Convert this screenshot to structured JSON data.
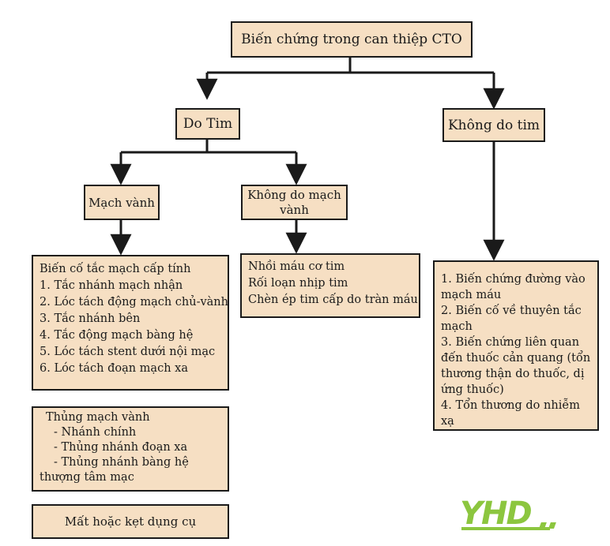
{
  "root": "Biến chứng trong can thiệp CTO",
  "do_tim": "Do Tim",
  "khong_do_tim": "Không do tim",
  "mach_vanh": "Mạch vành",
  "khong_do_mach_vanh": "Không do mạch vành",
  "bien_co_list": [
    "Biến cố tắc mạch cấp tính",
    "1. Tắc nhánh mạch nhận",
    "2. Lóc tách động mạch chủ-vành",
    "3. Tắc nhánh bên",
    "4. Tắc động mạch bàng hệ",
    "5. Lóc tách stent dưới nội mạc",
    "6. Lóc tách đoạn mạch xa"
  ],
  "thung_list": [
    "Thủng mạch vành",
    "- Nhánh chính",
    "- Thủng nhánh đoạn xa",
    "- Thủng nhánh bàng hệ",
    "thượng tâm mạc"
  ],
  "mat_dung_cu": "Mất hoặc kẹt dụng cụ",
  "khong_do_mach_vanh_list": [
    "Nhồi máu cơ tim",
    "Rối loạn nhịp tim",
    "Chèn ép tim cấp do tràn máu"
  ],
  "khong_do_tim_list": [
    "1. Biến chứng đường vào mạch máu",
    "2. Biến cố về thuyên tắc mạch",
    "3. Biến chứng liên quan đến thuốc cản quang (tổn thương thận do thuốc, dị ứng thuốc)",
    "4. Tổn thương do nhiễm xạ"
  ],
  "logo_text": "YHD",
  "colors": {
    "box_fill": "#f6dfc3",
    "line": "#1a1a1a",
    "logo_green": "#8cc63f"
  }
}
